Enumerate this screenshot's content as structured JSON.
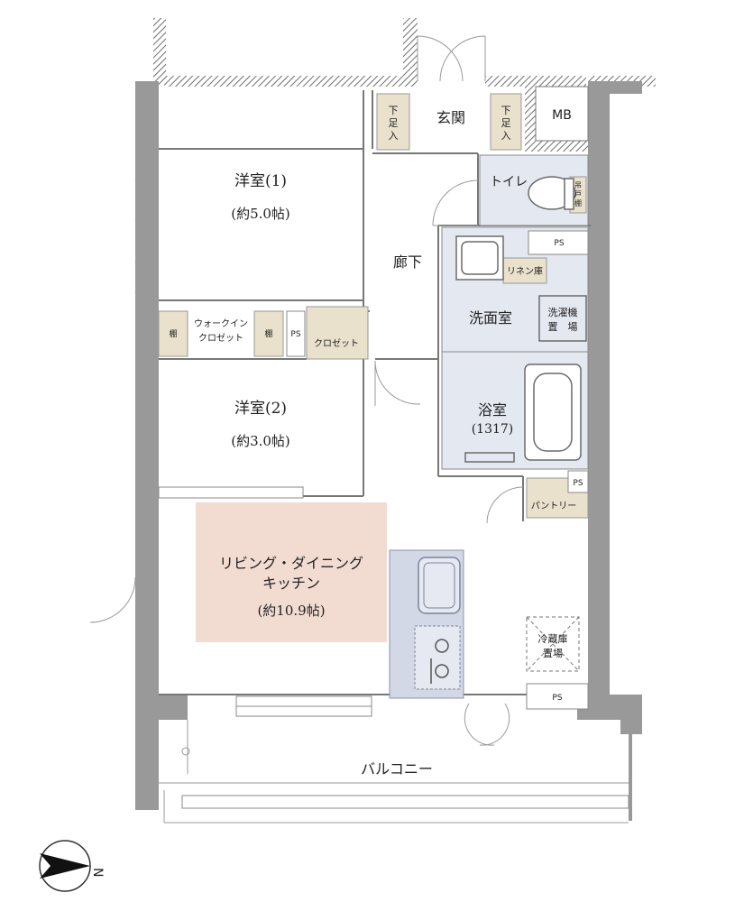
{
  "rooms": {
    "western1": {
      "name": "洋室(1)",
      "area": "(約5.0帖)"
    },
    "western2": {
      "name": "洋室(2)",
      "area": "(約3.0帖)"
    },
    "ldk": {
      "line1": "リビング・ダイニング",
      "line2": "キッチン",
      "area": "(約10.9帖)"
    },
    "entrance": "玄関",
    "mb": "MB",
    "shoe_left": [
      "下",
      "足",
      "入"
    ],
    "shoe_right": [
      "下",
      "足",
      "入"
    ],
    "toilet": "トイレ",
    "toilet_cabinet": [
      "吊",
      "戸",
      "棚"
    ],
    "corridor": "廊下",
    "washroom": "洗面室",
    "linen": "リネン庫",
    "washer": [
      "洗濯機",
      "置　場"
    ],
    "bath": {
      "name": "浴室",
      "size": "(1317)"
    },
    "pantry": "パントリー",
    "fridge": [
      "冷蔵庫",
      "置場"
    ],
    "walkin": [
      "ウォークイン",
      "クロゼット"
    ],
    "shelf": "棚",
    "closet": "クロゼット",
    "balcony": "バルコニー",
    "ps": "PS"
  },
  "compass": {
    "label": "N"
  },
  "colors": {
    "wall": "#999999",
    "hatch": "#6e6e6e",
    "wet_area": "#e4e8f1",
    "storage": "#e9e1cc",
    "ldk_highlight": "#f2dcd2",
    "kitchen_counter": "#d3d8e6"
  }
}
